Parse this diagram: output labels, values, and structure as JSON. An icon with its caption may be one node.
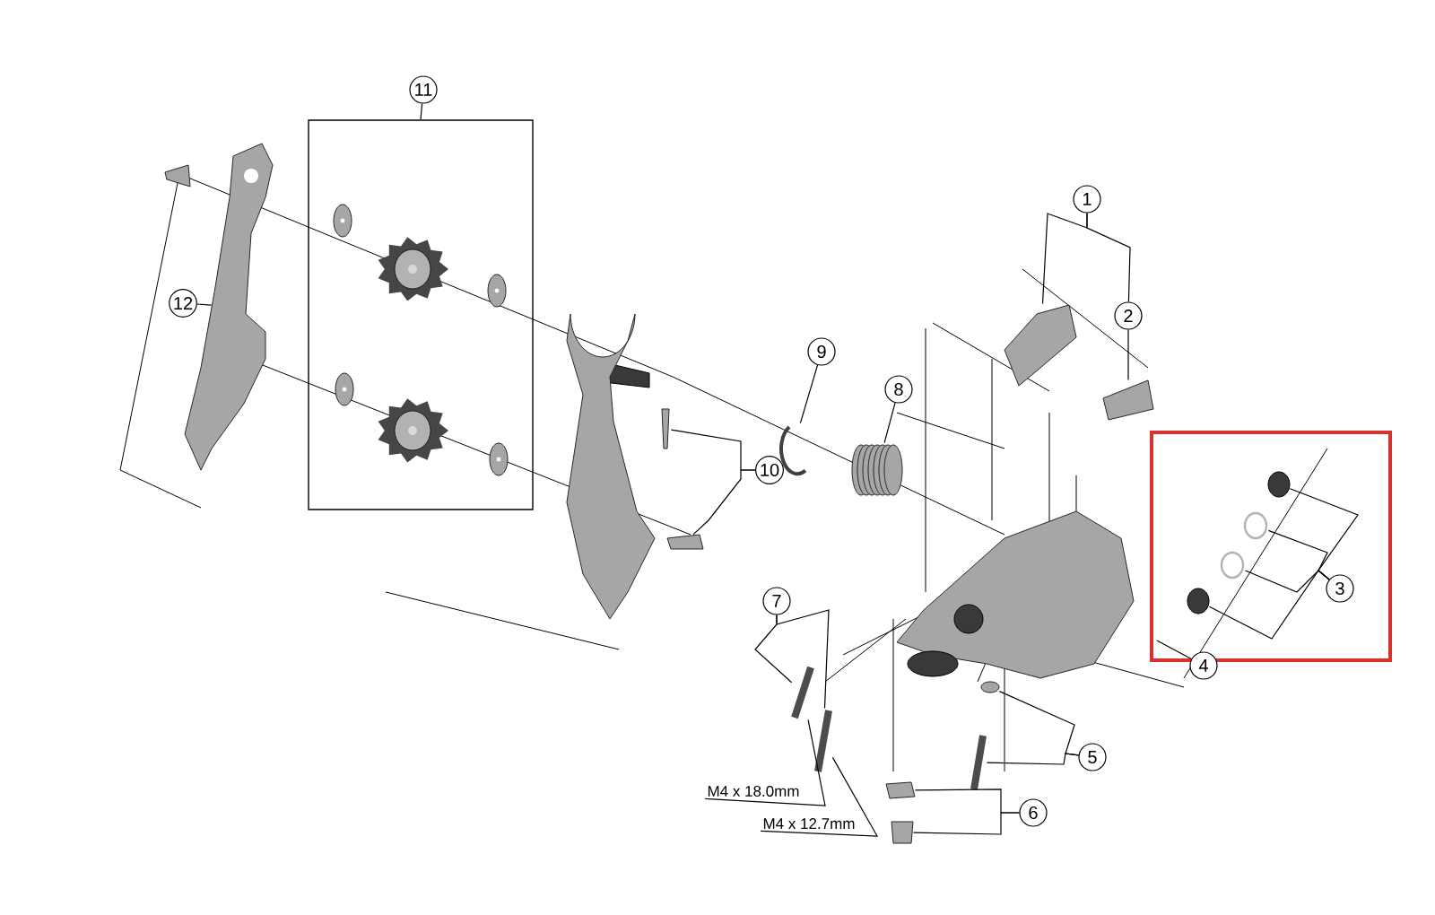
{
  "diagram": {
    "nodes": [
      {
        "text": [
          "1"
        ]
      },
      {
        "text": [
          "2"
        ]
      },
      {
        "text": [
          "3"
        ]
      },
      {
        "text": [
          "4"
        ]
      },
      {
        "text": [
          "5"
        ]
      },
      {
        "text": [
          "6"
        ]
      },
      {
        "text": [
          "7"
        ]
      },
      {
        "text": [
          "8"
        ]
      },
      {
        "text": [
          "9"
        ]
      },
      {
        "text": [
          "10"
        ]
      },
      {
        "text": [
          "11"
        ]
      },
      {
        "text": [
          "12"
        ]
      },
      {
        "text": [
          "M4 x 18.0mm"
        ]
      },
      {
        "text": [
          "M4 x 12.7mm"
        ]
      },
      {
        "text": [],
        "shape": "box"
      },
      {
        "text": [],
        "shape": "picture"
      },
      {
        "text": [],
        "shape": "picture"
      },
      {
        "text": [],
        "shape": "circle"
      },
      {
        "text": [],
        "shape": "circle"
      },
      {
        "text": [],
        "shape": "circle"
      },
      {
        "text": [],
        "shape": "circle"
      },
      {
        "text": [],
        "shape": "circle"
      },
      {
        "text": [],
        "shape": "picture"
      },
      {
        "text": [],
        "shape": "box"
      },
      {
        "text": [],
        "shape": "box"
      },
      {
        "text": [],
        "shape": "picture"
      },
      {
        "text": [],
        "shape": "picture"
      },
      {
        "text": [],
        "shape": "picture"
      },
      {
        "text": [],
        "shape": "picture"
      },
      {
        "text": [],
        "shape": "box"
      },
      {
        "text": [],
        "shape": "box"
      },
      {
        "text": [],
        "shape": "picture"
      },
      {
        "text": [],
        "shape": "box"
      },
      {
        "text": [],
        "shape": "picture"
      }
    ],
    "edges": [
      {
        "from": 0,
        "to": 15,
        "arrow": "none"
      },
      {
        "from": 0,
        "to": 1,
        "arrow": "none"
      },
      {
        "from": 1,
        "to": 16,
        "arrow": "none"
      },
      {
        "from": 2,
        "to": 17,
        "arrow": "none"
      },
      {
        "from": 2,
        "to": 18,
        "arrow": "none"
      },
      {
        "from": 2,
        "to": 19,
        "arrow": "none"
      },
      {
        "from": 2,
        "to": 20,
        "arrow": "none"
      },
      {
        "from": 3,
        "to": null,
        "arrow": "none"
      },
      {
        "from": 4,
        "to": 21,
        "arrow": "none"
      },
      {
        "from": 4,
        "to": 22,
        "arrow": "none"
      },
      {
        "from": 5,
        "to": 23,
        "arrow": "none"
      },
      {
        "from": 5,
        "to": 24,
        "arrow": "none"
      },
      {
        "from": 6,
        "to": 25,
        "arrow": "none"
      },
      {
        "from": 6,
        "to": 26,
        "arrow": "none"
      },
      {
        "from": 7,
        "to": 27,
        "arrow": "none"
      },
      {
        "from": 8,
        "to": 28,
        "arrow": "none"
      },
      {
        "from": 9,
        "to": 29,
        "arrow": "none"
      },
      {
        "from": 9,
        "to": 30,
        "arrow": "none"
      },
      {
        "from": 10,
        "to": 14,
        "arrow": "none"
      },
      {
        "from": 11,
        "to": 31,
        "arrow": "none"
      },
      {
        "from": 12,
        "to": 25,
        "arrow": "none"
      },
      {
        "from": 13,
        "to": 26,
        "arrow": "none"
      }
    ]
  }
}
